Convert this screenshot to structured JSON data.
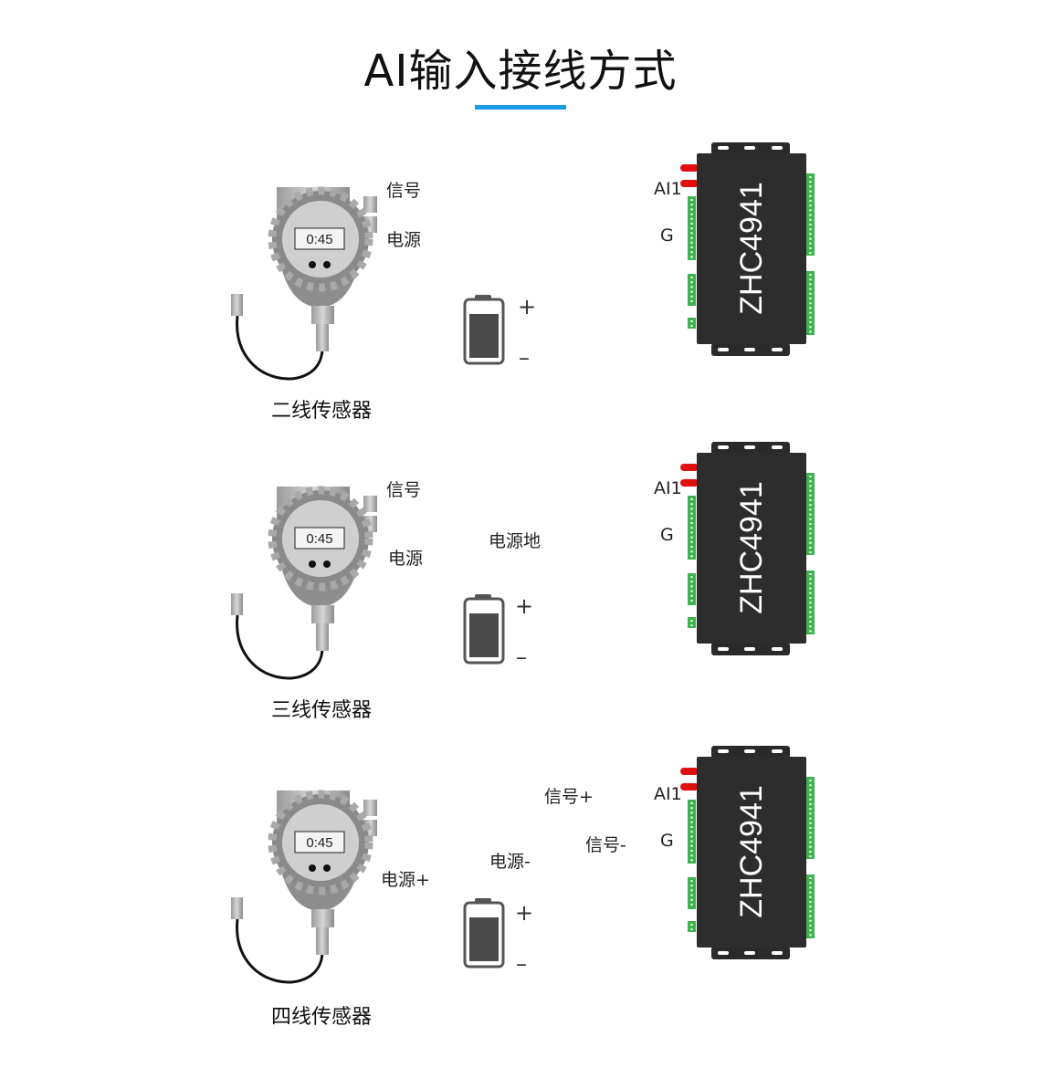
{
  "title": "AI输入接线方式",
  "accent_color": "#1a9be6",
  "sensor_display": "0:45",
  "device_model": "ZHC4941",
  "battery": {
    "plus": "+",
    "minus": "–"
  },
  "rows": [
    {
      "caption": "二线传感器",
      "labels": {
        "signal": "信号",
        "power": "电源"
      },
      "device_pins": {
        "ai": "AI1",
        "g": "G"
      }
    },
    {
      "caption": "三线传感器",
      "labels": {
        "signal": "信号",
        "power": "电源",
        "power_ground": "电源地"
      },
      "device_pins": {
        "ai": "AI1",
        "g": "G"
      }
    },
    {
      "caption": "四线传感器",
      "labels": {
        "power_plus": "电源+",
        "power_minus": "电源-",
        "signal_plus": "信号+",
        "signal_minus": "信号-"
      },
      "device_pins": {
        "ai": "AI1",
        "g": "G"
      }
    }
  ]
}
